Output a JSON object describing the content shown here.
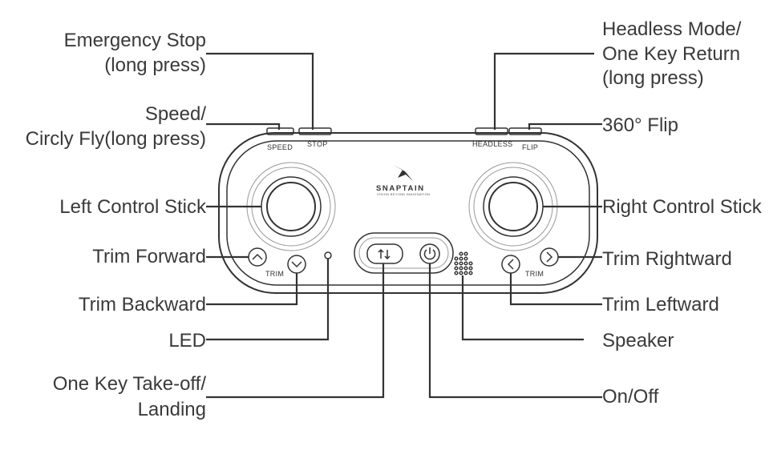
{
  "device": {
    "brand": "SNAPTAIN",
    "tagline": "VISION BEYOND IMAGINATION",
    "buttons": {
      "speed": "SPEED",
      "stop": "STOP",
      "headless": "HEADLESS",
      "flip": "FLIP",
      "trim_left": "TRIM",
      "trim_right": "TRIM"
    }
  },
  "callouts": {
    "emergency_stop": {
      "line1": "Emergency Stop",
      "line2": "(long press)"
    },
    "speed": {
      "line1": "Speed/",
      "line2": "Circly Fly(long press)"
    },
    "left_stick": "Left Control Stick",
    "trim_forward": "Trim Forward",
    "trim_backward": "Trim Backward",
    "led": "LED",
    "takeoff": {
      "line1": "One Key Take-off/",
      "line2": "Landing"
    },
    "headless": {
      "line1": "Headless Mode/",
      "line2": "One Key Return",
      "line3": "(long press)"
    },
    "flip": "360° Flip",
    "right_stick": "Right Control Stick",
    "trim_rightward": "Trim Rightward",
    "trim_leftward": "Trim Leftward",
    "speaker": "Speaker",
    "onoff": "On/Off"
  }
}
